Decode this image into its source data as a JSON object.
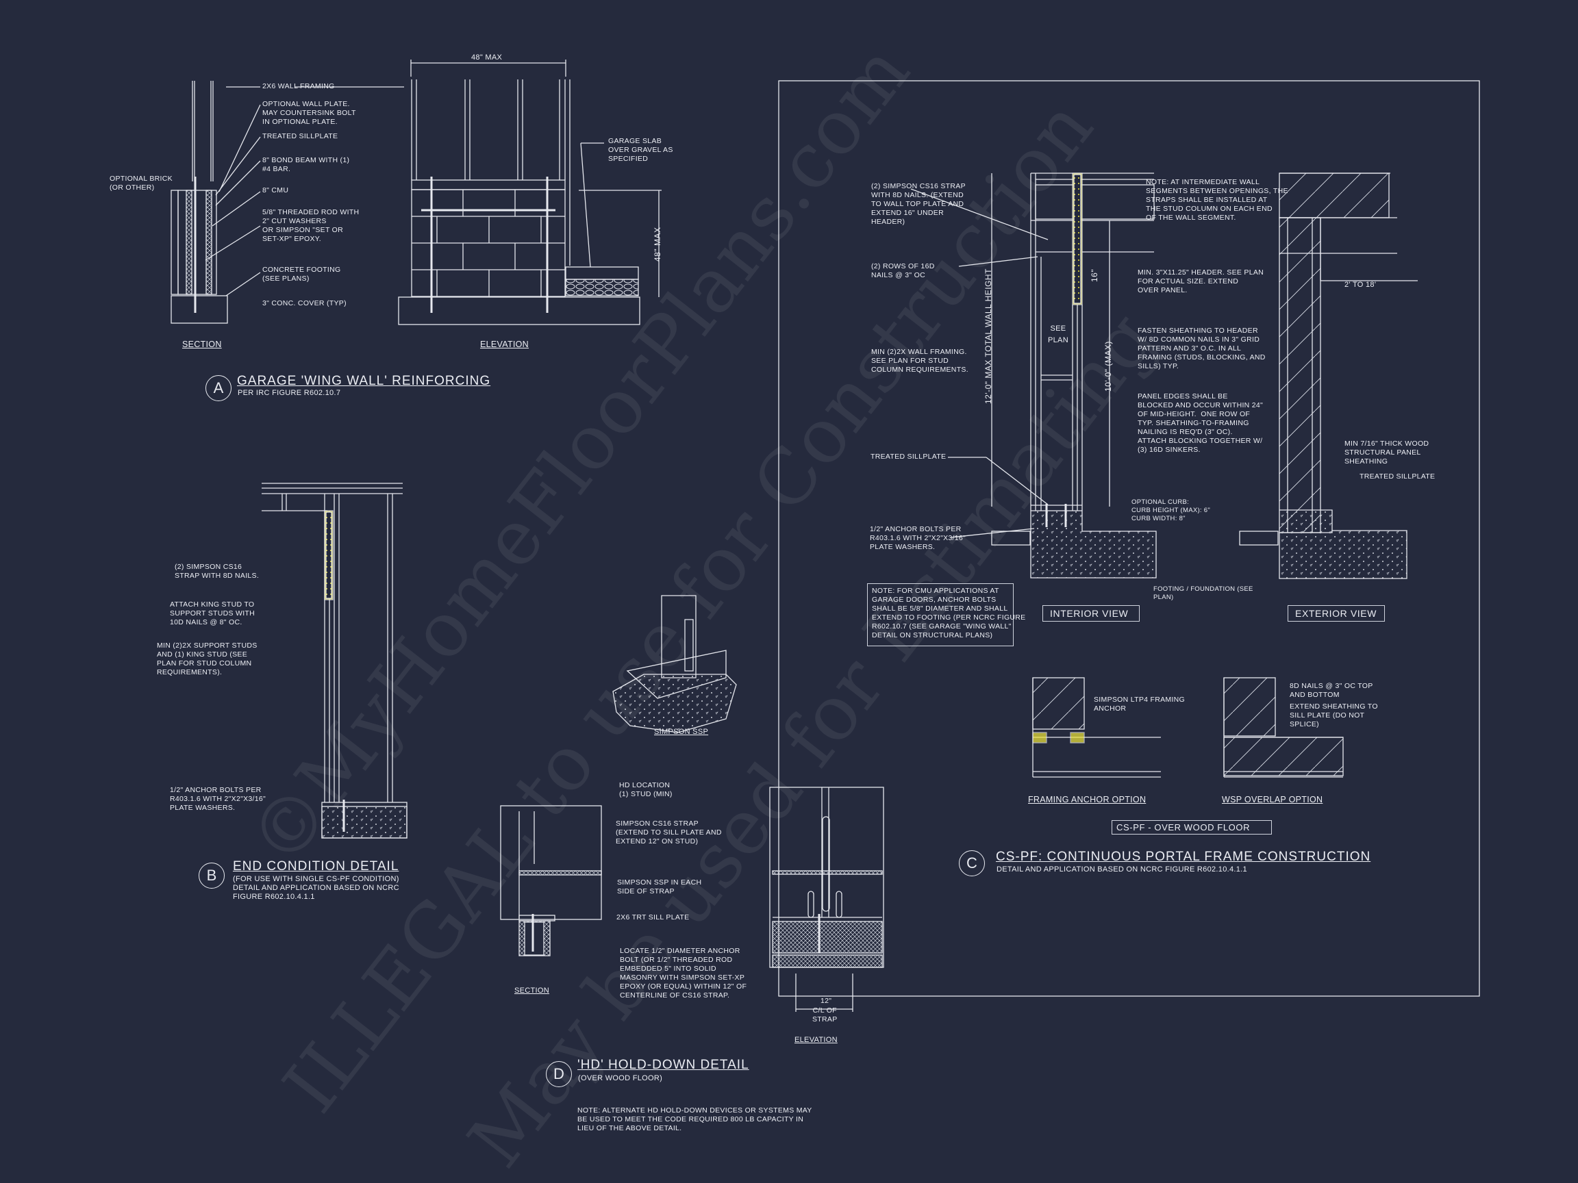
{
  "sheet": {
    "background": "#252a3d",
    "line_color": "#e6e8ee",
    "highlight_color": "#f0e63a"
  },
  "watermark": {
    "line1": "©MyHomeFloorPlans.com",
    "line2": "ILLEGAL to use for Construction",
    "line3": "May be used for Estimating"
  },
  "detail_a": {
    "bubble": "A",
    "title": "GARAGE 'WING WALL' REINFORCING",
    "subtitle": "PER IRC FIGURE R602.10.7",
    "section_label": "SECTION",
    "elevation_label": "ELEVATION",
    "dim_top": "48\" MAX",
    "dim_side": "48\" MAX",
    "notes": [
      "2x6 WALL FRAMING",
      "OPTIONAL WALL PLATE.\nMAY COUNTERSINK BOLT\nIN OPTIONAL PLATE.",
      "TREATED SILLPLATE",
      "8\" BOND BEAM WITH (1)\n#4 BAR.",
      "8\" CMU",
      "5/8\" THREADED ROD WITH\n2\" CUT WASHERS\nOR SIMPSON \"SET OR\nSET-XP\" EPOXY.",
      "CONCRETE FOOTING\n(SEE PLANS)",
      "3\" CONC. COVER (TYP)"
    ],
    "optional_brick": "OPTIONAL BRICK\n(OR OTHER)",
    "garage_slab": "GARAGE SLAB\nOVER GRAVEL AS\nSPECIFIED"
  },
  "detail_b": {
    "bubble": "B",
    "title": "END CONDITION DETAIL",
    "subtitle": "(FOR USE WITH SINGLE CS-PF CONDITION)\nDETAIL AND APPLICATION BASED ON NCRC\nFIGURE R602.10.4.1.1",
    "notes": [
      "(2) SIMPSON CS16\nSTRAP WITH 8d NAILS.",
      "ATTACH KING STUD TO\nSUPPORT STUDS WITH\n10d NAILS @ 8\" OC.",
      "MIN (2)2X SUPPORT STUDS\nAND (1) KING STUD (SEE\nPLAN FOR STUD COLUMN\nREQUIREMENTS).",
      "1/2\" ANCHOR BOLTS PER\nR403.1.6 WITH 2\"x2\"x3/16\"\nPLATE WASHERS."
    ]
  },
  "simpson_ssp": {
    "label": "SIMPSON SSP"
  },
  "detail_c": {
    "bubble": "C",
    "title": "CS-PF: CONTINUOUS PORTAL FRAME CONSTRUCTION",
    "subtitle": "DETAIL AND APPLICATION BASED ON NCRC FIGURE R602.10.4.1.1",
    "interior_view": "INTERIOR VIEW",
    "exterior_view": "EXTERIOR VIEW",
    "dims": {
      "total_wall": "12'-0\" MAX TOTAL WALL HEIGHT",
      "wall_max": "10'-0\" (MAX)",
      "strap_ext": "16\"",
      "see_plan": "SEE\nPLAN",
      "panel_width": "2' TO 18'"
    },
    "notes_left": [
      "(2) SIMPSON CS16 STRAP\nWITH 8d NAILS. (EXTEND\nTO WALL TOP PLATE AND\nEXTEND 16\" UNDER\nHEADER)",
      "(2) ROWS OF 16d\nNAILS @ 3\" OC",
      "MIN (2)2X WALL FRAMING.\nSEE PLAN FOR STUD\nCOLUMN REQUIREMENTS.",
      "TREATED SILLPLATE",
      "1/2\" ANCHOR BOLTS PER\nR403.1.6 WITH 2\"x2\"x3/16\"\nPLATE WASHERS."
    ],
    "notes_mid": [
      "NOTE: AT INTERMEDIATE WALL\nSEGMENTS BETWEEN OPENINGS, THE\nSTRAPS SHALL BE INSTALLED AT\nTHE STUD COLUMN ON EACH END\nOF THE WALL SEGMENT.",
      "MIN. 3\"x11.25\" HEADER. SEE PLAN\nFOR ACTUAL SIZE. EXTEND\nOVER PANEL.",
      "FASTEN SHEATHING TO HEADER\nW/ 8d COMMON NAILS IN 3\" GRID\nPATTERN AND 3\" O.C. IN ALL\nFRAMING (STUDS, BLOCKING, AND\nSILLS) TYP.",
      "PANEL EDGES SHALL BE\nBLOCKED AND OCCUR WITHIN 24\"\nOF MID-HEIGHT.  ONE ROW OF\nTYP. SHEATHING-TO-FRAMING\nNAILING IS REQ'D (3\" OC).\nATTACH BLOCKING TOGETHER W/\n(3) 16d SINKERS.",
      "OPTIONAL CURB:\nCURB HEIGHT (MAX): 6\"\nCURB WIDTH: 8\"",
      "FOOTING / FOUNDATION (SEE\nPLAN)"
    ],
    "notes_right": [
      "MIN 7/16\" THICK WOOD\nSTRUCTURAL PANEL\nSHEATHING",
      "TREATED SILLPLATE"
    ],
    "cmu_note": "NOTE: FOR CMU APPLICATIONS AT\nGARAGE DOORS, ANCHOR BOLTS\nSHALL BE 5/8\" DIAMETER AND SHALL\nEXTEND TO FOOTING (PER NCRC FIGURE\nR602.10.7 (SEE GARAGE \"WING WALL\"\nDETAIL ON STRUCTURAL PLANS)",
    "framing_anchor": {
      "label": "FRAMING ANCHOR OPTION",
      "note": "SIMPSON LTP4 FRAMING\nANCHOR"
    },
    "wsp_overlap": {
      "label": "WSP OVERLAP OPTION",
      "note1": "8d NAILS @ 3\" OC TOP\nAND BOTTOM",
      "note2": "EXTEND SHEATHING TO\nSILL PLATE (DO NOT\nSPLICE)"
    },
    "wood_floor_box": "CS-PF - OVER WOOD FLOOR"
  },
  "detail_d": {
    "bubble": "D",
    "title": "'HD' HOLD-DOWN DETAIL",
    "subtitle": "(OVER WOOD FLOOR)",
    "section_label": "SECTION",
    "elevation_label": "ELEVATION",
    "notes": [
      "HD LOCATION\n(1) STUD (MIN)",
      "SIMPSON CS16 STRAP\n(EXTEND TO SILL PLATE AND\nEXTEND 12\" ON STUD)",
      "SIMPSON SSP IN EACH\nSIDE OF STRAP",
      "2x6 TRT SILL PLATE",
      "LOCATE 1/2\" DIAMETER ANCHOR\nBOLT (OR 1/2\" THREADED ROD\nEMBEDDED 5\" INTO SOLID\nMASONRY WITH SIMPSON SET-XP\nEPOXY (OR EQUAL) WITHIN 12\" OF\nCENTERLINE OF CS16 STRAP."
    ],
    "dim": "12\"",
    "dim_note": "C/L OF\nSTRAP",
    "bottom_note": "NOTE: ALTERNATE HD HOLD-DOWN DEVICES OR SYSTEMS MAY\nBE USED TO MEET THE CODE REQUIRED 800 LB CAPACITY IN\nLIEU OF THE ABOVE DETAIL."
  }
}
